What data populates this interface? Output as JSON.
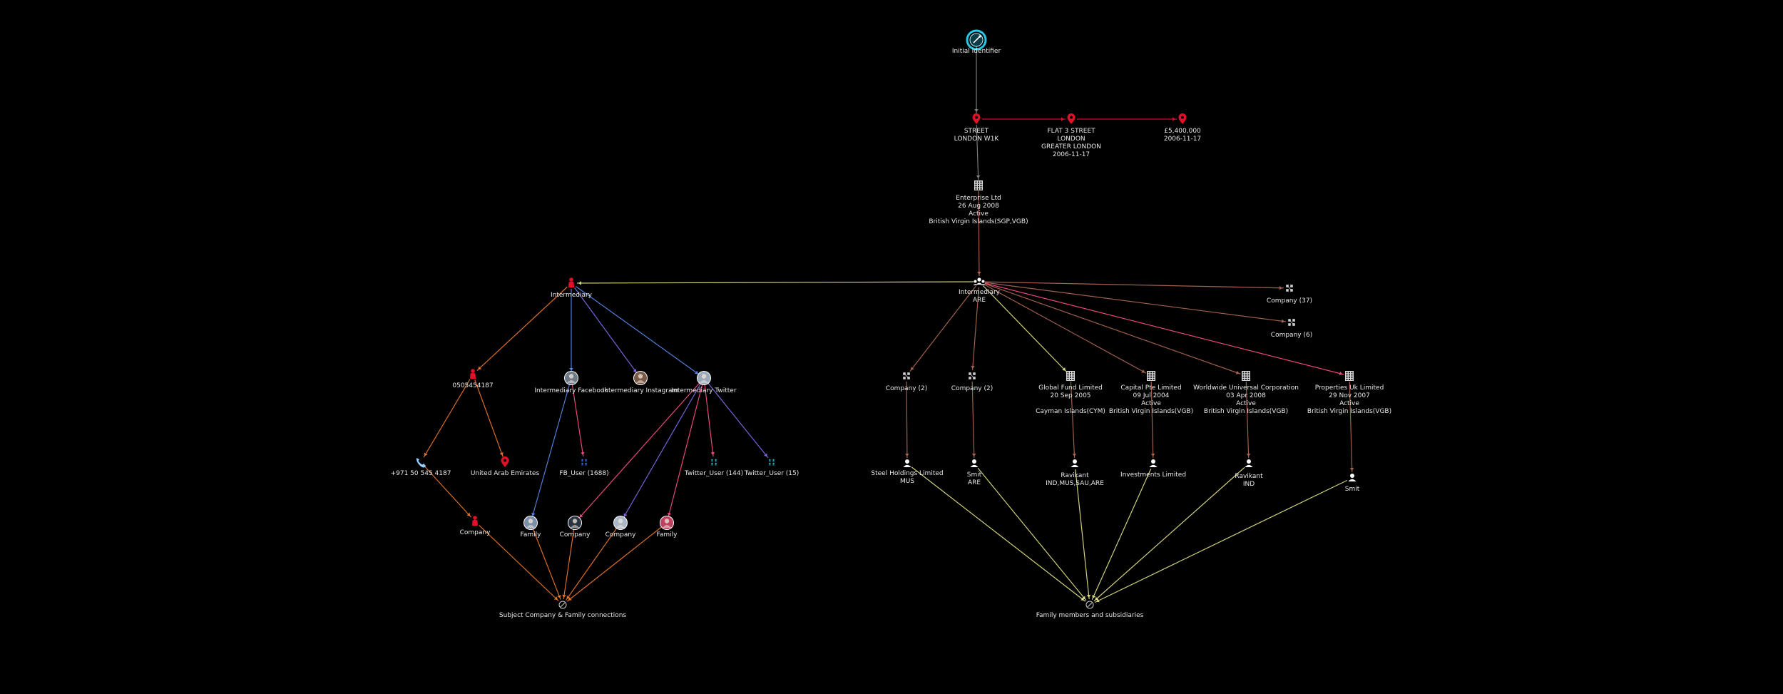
{
  "colors": {
    "background": "#000000",
    "red": "#e0102a",
    "orange": "#ee7a2c",
    "yellow": "#e6e68a",
    "blue": "#5b8cf0",
    "violet": "#8a6cf0",
    "pink": "#ff4f8b",
    "brown": "#b06b52",
    "grey": "#8a8a8a",
    "cyan": "#25c9e6"
  },
  "nodes": [
    {
      "id": "initial",
      "icon": "target-icon",
      "lines": [
        "Initial Identifier"
      ]
    },
    {
      "id": "street",
      "icon": "location-pin-icon",
      "lines": [
        "STREET",
        "LONDON W1K"
      ]
    },
    {
      "id": "flat3",
      "icon": "location-pin-icon",
      "lines": [
        "FLAT 3 STREET",
        "LONDON",
        "GREATER LONDON",
        "2006-11-17"
      ]
    },
    {
      "id": "price",
      "icon": "location-pin-icon",
      "lines": [
        "£5,400,000",
        "2006-11-17"
      ]
    },
    {
      "id": "enterprise",
      "icon": "building-icon",
      "lines": [
        "Enterprise Ltd",
        "26 Aug 2008",
        "Active",
        "British Virgin Islands(SGP,VGB)"
      ]
    },
    {
      "id": "intermediary_are",
      "icon": "person-group-icon",
      "lines": [
        "Intermediary",
        "ARE"
      ]
    },
    {
      "id": "intermediary",
      "icon": "person-red-icon",
      "lines": [
        "Intermediary"
      ]
    },
    {
      "id": "company37",
      "icon": "company-network-icon",
      "lines": [
        "Company (37)"
      ]
    },
    {
      "id": "company6",
      "icon": "company-network-icon",
      "lines": [
        "Company (6)"
      ]
    },
    {
      "id": "phone_pin",
      "icon": "person-red-icon",
      "lines": [
        "0505454187"
      ]
    },
    {
      "id": "int_facebook",
      "icon": "avatar-photo-icon",
      "lines": [
        "Intermediary Facebook"
      ]
    },
    {
      "id": "int_instagram",
      "icon": "avatar-photo-icon",
      "lines": [
        "Intermediary Instagram"
      ]
    },
    {
      "id": "int_twitter",
      "icon": "avatar-photo-icon",
      "lines": [
        "Intermediary Twitter"
      ]
    },
    {
      "id": "phone",
      "icon": "phone-icon",
      "lines": [
        "+971 50 545 4187"
      ]
    },
    {
      "id": "uae",
      "icon": "location-pin-icon",
      "lines": [
        "United Arab Emirates"
      ]
    },
    {
      "id": "fb_user",
      "icon": "user-grid-icon",
      "lines": [
        "FB_User (1688)"
      ]
    },
    {
      "id": "tw_user1",
      "icon": "user-grid-icon",
      "lines": [
        "Twitter_User (144)"
      ]
    },
    {
      "id": "tw_user2",
      "icon": "user-grid-icon",
      "lines": [
        "Twitter_User (15)"
      ]
    },
    {
      "id": "company_left",
      "icon": "person-red-icon",
      "lines": [
        "Company"
      ]
    },
    {
      "id": "family1",
      "icon": "avatar-photo-icon",
      "lines": [
        "Family"
      ]
    },
    {
      "id": "company_a",
      "icon": "avatar-photo-icon",
      "lines": [
        "Company"
      ]
    },
    {
      "id": "company_b",
      "icon": "avatar-photo-icon",
      "lines": [
        "Company"
      ]
    },
    {
      "id": "family2",
      "icon": "avatar-photo-icon",
      "lines": [
        "Family"
      ]
    },
    {
      "id": "subject_hub",
      "icon": "hub-icon",
      "lines": [
        "Subject Company & Family connections"
      ]
    },
    {
      "id": "company2a",
      "icon": "company-network-icon",
      "lines": [
        "Company (2)"
      ]
    },
    {
      "id": "company2b",
      "icon": "company-network-icon",
      "lines": [
        "Company (2)"
      ]
    },
    {
      "id": "global_fund",
      "icon": "building-icon",
      "lines": [
        "Global Fund Limited",
        "20 Sep 2005",
        "",
        "Cayman Islands(CYM)"
      ]
    },
    {
      "id": "capital_pte",
      "icon": "building-icon",
      "lines": [
        "Capital Pte Limited",
        "09 Jul 2004",
        "Active",
        "British Virgin Islands(VGB)"
      ]
    },
    {
      "id": "worldwide",
      "icon": "building-icon",
      "lines": [
        "Worldwide Universal Corporation",
        "03 Apr 2008",
        "Active",
        "British Virgin Islands(VGB)"
      ]
    },
    {
      "id": "properties_uk",
      "icon": "building-icon",
      "lines": [
        "Properties Uk Limited",
        "29 Nov 2007",
        "Active",
        "British Virgin Islands(VGB)"
      ]
    },
    {
      "id": "steel",
      "icon": "person-icon",
      "lines": [
        "Steel Holdings Limited",
        "MUS"
      ]
    },
    {
      "id": "smit_are",
      "icon": "person-icon",
      "lines": [
        "Smit",
        "ARE"
      ]
    },
    {
      "id": "ravikant1",
      "icon": "person-icon",
      "lines": [
        "Ravikant",
        "IND,MUS,SAU,ARE"
      ]
    },
    {
      "id": "investments",
      "icon": "person-icon",
      "lines": [
        "Investments Limited"
      ]
    },
    {
      "id": "ravikant2",
      "icon": "person-icon",
      "lines": [
        "Ravikant",
        "IND"
      ]
    },
    {
      "id": "smit",
      "icon": "person-icon",
      "lines": [
        "Smit"
      ]
    },
    {
      "id": "family_hub",
      "icon": "hub-icon",
      "lines": [
        "Family members and subsidiaries"
      ]
    }
  ],
  "edges": [
    {
      "from": "initial",
      "to": "street",
      "color": "grey"
    },
    {
      "from": "street",
      "to": "flat3",
      "color": "red"
    },
    {
      "from": "flat3",
      "to": "price",
      "color": "red"
    },
    {
      "from": "street",
      "to": "enterprise",
      "color": "grey"
    },
    {
      "from": "enterprise",
      "to": "intermediary_are",
      "color": "brown"
    },
    {
      "from": "intermediary_are",
      "to": "intermediary",
      "color": "yellow"
    },
    {
      "from": "intermediary_are",
      "to": "company37",
      "color": "brown"
    },
    {
      "from": "intermediary_are",
      "to": "company6",
      "color": "brown"
    },
    {
      "from": "intermediary_are",
      "to": "company2a",
      "color": "brown"
    },
    {
      "from": "intermediary_are",
      "to": "company2b",
      "color": "brown"
    },
    {
      "from": "intermediary_are",
      "to": "global_fund",
      "color": "yellow"
    },
    {
      "from": "intermediary_are",
      "to": "capital_pte",
      "color": "brown"
    },
    {
      "from": "intermediary_are",
      "to": "worldwide",
      "color": "brown"
    },
    {
      "from": "intermediary_are",
      "to": "properties_uk",
      "color": "pink"
    },
    {
      "from": "intermediary",
      "to": "phone_pin",
      "color": "orange"
    },
    {
      "from": "intermediary",
      "to": "int_facebook",
      "color": "blue"
    },
    {
      "from": "intermediary",
      "to": "int_instagram",
      "color": "violet"
    },
    {
      "from": "intermediary",
      "to": "int_twitter",
      "color": "blue"
    },
    {
      "from": "phone_pin",
      "to": "phone",
      "color": "orange"
    },
    {
      "from": "phone_pin",
      "to": "uae",
      "color": "orange"
    },
    {
      "from": "phone",
      "to": "company_left",
      "color": "orange"
    },
    {
      "from": "int_facebook",
      "to": "fb_user",
      "color": "pink"
    },
    {
      "from": "int_facebook",
      "to": "family1",
      "color": "blue"
    },
    {
      "from": "int_twitter",
      "to": "tw_user1",
      "color": "pink"
    },
    {
      "from": "int_twitter",
      "to": "tw_user2",
      "color": "violet"
    },
    {
      "from": "int_twitter",
      "to": "company_a",
      "color": "pink"
    },
    {
      "from": "int_twitter",
      "to": "company_b",
      "color": "violet"
    },
    {
      "from": "int_twitter",
      "to": "family2",
      "color": "pink"
    },
    {
      "from": "company_left",
      "to": "subject_hub",
      "color": "orange"
    },
    {
      "from": "family1",
      "to": "subject_hub",
      "color": "orange"
    },
    {
      "from": "company_a",
      "to": "subject_hub",
      "color": "orange"
    },
    {
      "from": "company_b",
      "to": "subject_hub",
      "color": "orange"
    },
    {
      "from": "family2",
      "to": "subject_hub",
      "color": "orange"
    },
    {
      "from": "company2a",
      "to": "steel",
      "color": "brown"
    },
    {
      "from": "company2b",
      "to": "smit_are",
      "color": "brown"
    },
    {
      "from": "global_fund",
      "to": "ravikant1",
      "color": "brown"
    },
    {
      "from": "capital_pte",
      "to": "investments",
      "color": "brown"
    },
    {
      "from": "worldwide",
      "to": "ravikant2",
      "color": "brown"
    },
    {
      "from": "properties_uk",
      "to": "smit",
      "color": "brown"
    },
    {
      "from": "steel",
      "to": "family_hub",
      "color": "yellow"
    },
    {
      "from": "smit_are",
      "to": "family_hub",
      "color": "yellow"
    },
    {
      "from": "ravikant1",
      "to": "family_hub",
      "color": "yellow"
    },
    {
      "from": "investments",
      "to": "family_hub",
      "color": "yellow"
    },
    {
      "from": "ravikant2",
      "to": "family_hub",
      "color": "yellow"
    },
    {
      "from": "smit",
      "to": "family_hub",
      "color": "yellow"
    }
  ]
}
